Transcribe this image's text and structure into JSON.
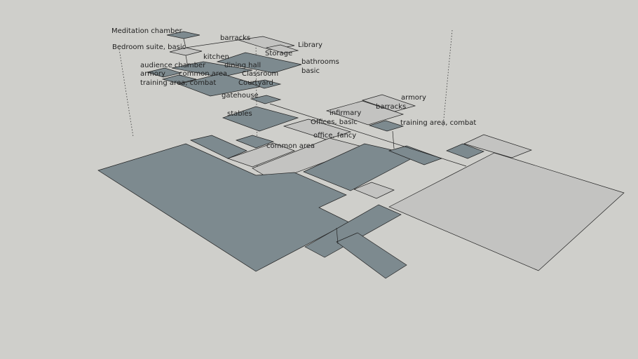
{
  "viewport": {
    "background": "#cfcfcb",
    "floor_dark": "#7d8a8f",
    "floor_light": "#c3c3c1"
  },
  "labels": {
    "meditation_chamber": "Meditation chamber",
    "bedroom_suite": "Bedroom suite, basic",
    "barracks_1": "barracks",
    "library": "Library",
    "storage": "Storage",
    "bathrooms": "bathrooms",
    "kitchen": "kitchen",
    "audience_chamber": "audience chamber",
    "dining_hall": "dining hall",
    "basic": "basic",
    "armory_1": "armory",
    "common_area_1": "common area",
    "classroom": "Classroom",
    "training_area_1": "training area, combat",
    "courtyard": "Courtyard",
    "gatehouse": "gatehouse",
    "stables": "stables",
    "armory_2": "armory",
    "barracks_2": "barracks",
    "infirmary": "infirmary",
    "training_area_2": "training area, combat",
    "offices_basic": "Offices, basic",
    "office_fancy": "office, fancy",
    "common_area_2": "common area"
  }
}
